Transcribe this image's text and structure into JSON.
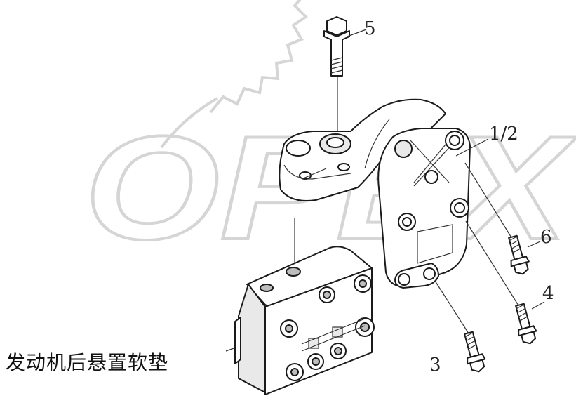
{
  "diagram": {
    "watermark_text": "OPEX",
    "callouts": [
      {
        "id": "5",
        "text": "5"
      },
      {
        "id": "1_2",
        "text": "1/2"
      },
      {
        "id": "6",
        "text": "6"
      },
      {
        "id": "4",
        "text": "4"
      },
      {
        "id": "3",
        "text": "3"
      }
    ],
    "part_name": "发动机后悬置软垫"
  }
}
